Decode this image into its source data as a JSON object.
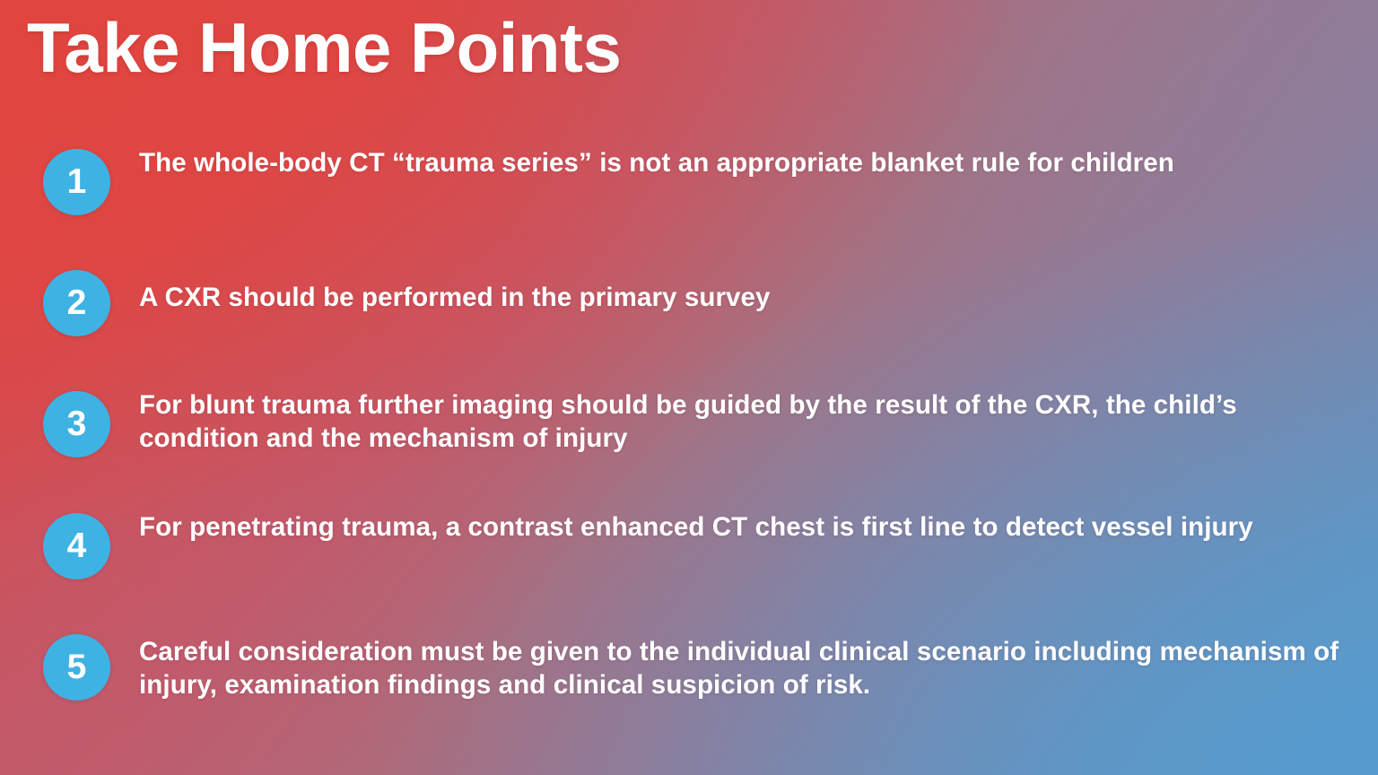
{
  "slide": {
    "title": "Take Home Points",
    "background": {
      "top_left_color": "#df4540",
      "top_right_color": "#8d7d9b",
      "bottom_left_color": "#bd5e70",
      "bottom_right_color": "#5d9bcb",
      "center_color": "#a8707f"
    },
    "badge_color": "#3eb2e3",
    "text_color": "#ffffff"
  },
  "points": [
    {
      "number": "1",
      "text": "The whole-body CT “trauma series” is not an appropriate blanket rule for children"
    },
    {
      "number": "2",
      "text": "A CXR should be performed in the primary survey"
    },
    {
      "number": "3",
      "text": "For blunt trauma further imaging should be guided by the result of the CXR, the child’s condition and the mechanism of injury"
    },
    {
      "number": "4",
      "text": "For penetrating trauma, a contrast enhanced CT chest is first line to detect vessel injury"
    },
    {
      "number": "5",
      "text": "Careful consideration must be given to the individual clinical scenario including mechanism of injury, examination findings and clinical suspicion of risk."
    }
  ]
}
